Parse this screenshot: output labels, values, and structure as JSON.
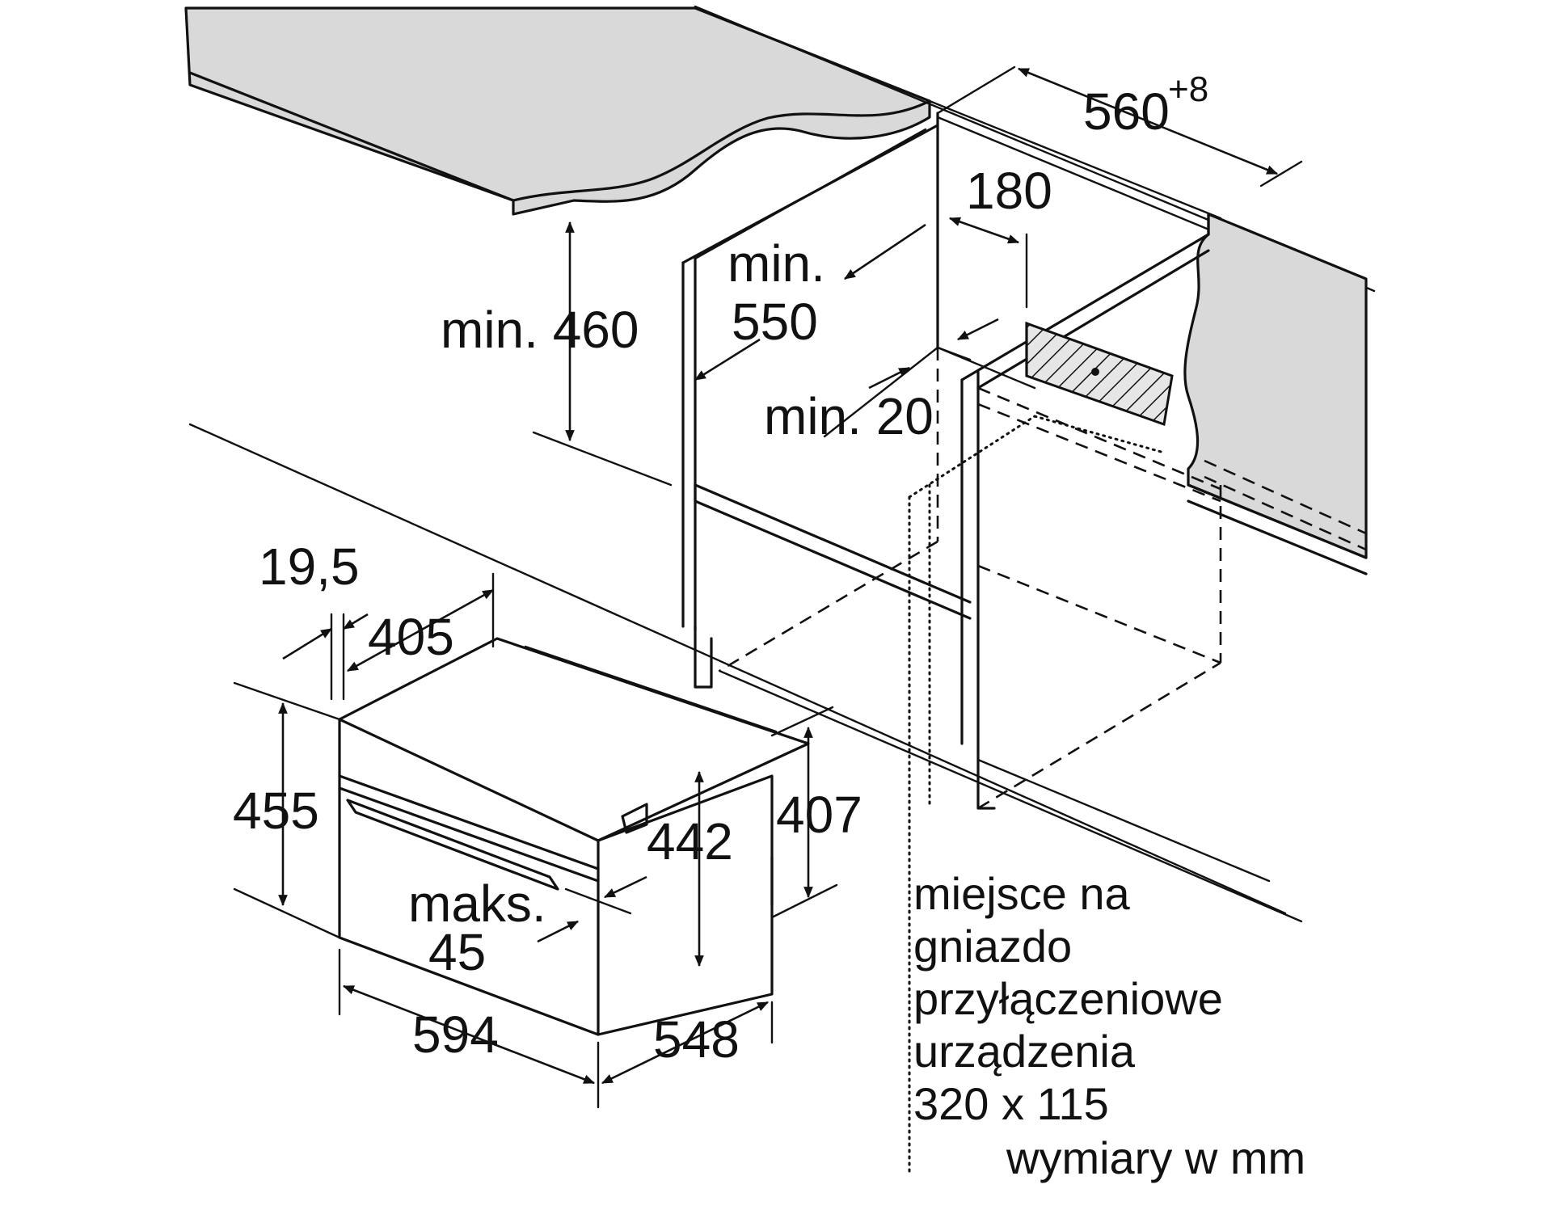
{
  "diagram": {
    "dimensions": {
      "niche_width": "560",
      "niche_width_tolerance": "+8",
      "rear_gap": "180",
      "min_depth_label_1": "min.",
      "min_depth_label_2": "550",
      "min_height": "min. 460",
      "min_clearance": "min. 20",
      "front_offset": "19,5",
      "top_depth": "405",
      "total_height": "455",
      "inner_height": "442",
      "body_height": "407",
      "max_label_1": "maks.",
      "max_label_2": "45",
      "width": "594",
      "depth": "548"
    },
    "socket_note": [
      "miejsce na",
      "gniazdo",
      "przyłączeniowe",
      "urządzenia",
      "320 x 115"
    ],
    "units_note": "wymiary w mm"
  }
}
